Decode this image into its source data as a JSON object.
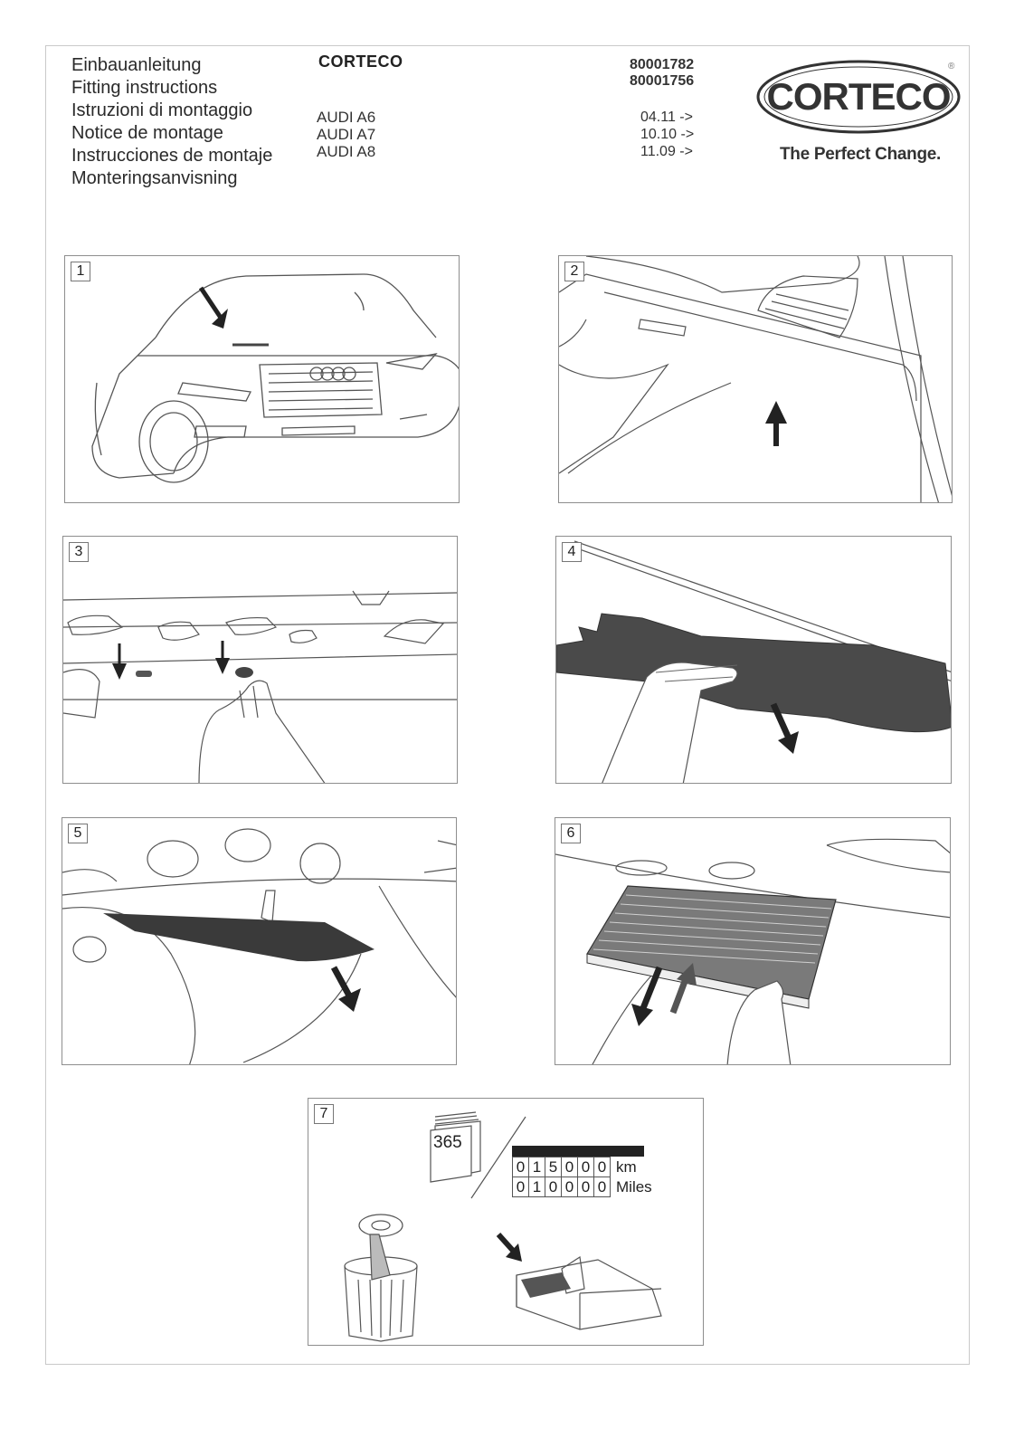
{
  "header": {
    "titles": [
      "Einbauanleitung",
      "Fitting instructions",
      "Istruzioni di montaggio",
      "Notice de montage",
      "Instrucciones de montaje",
      "Monteringsanvisning"
    ],
    "brand": "CORTECO",
    "models": [
      "AUDI A6",
      "AUDI A7",
      "AUDI A8"
    ],
    "part_numbers": [
      "80001782",
      "80001756"
    ],
    "dates": [
      "04.11 ->",
      "10.10 ->",
      "11.09 ->"
    ]
  },
  "logo": {
    "text": "CORTECO",
    "registered": "®",
    "tagline": "The Perfect Change."
  },
  "steps": [
    {
      "number": "1"
    },
    {
      "number": "2"
    },
    {
      "number": "3"
    },
    {
      "number": "4"
    },
    {
      "number": "5"
    },
    {
      "number": "6"
    },
    {
      "number": "7"
    }
  ],
  "step7": {
    "calendar_days": "365",
    "km_digits": [
      "0",
      "1",
      "5",
      "0",
      "0",
      "0"
    ],
    "km_unit": "km",
    "miles_digits": [
      "0",
      "1",
      "0",
      "0",
      "0",
      "0"
    ],
    "miles_unit": "Miles"
  },
  "colors": {
    "frame": "#c9c9c9",
    "panel_border": "#8e8e8e",
    "filter_dark": "#3a3a3a"
  }
}
